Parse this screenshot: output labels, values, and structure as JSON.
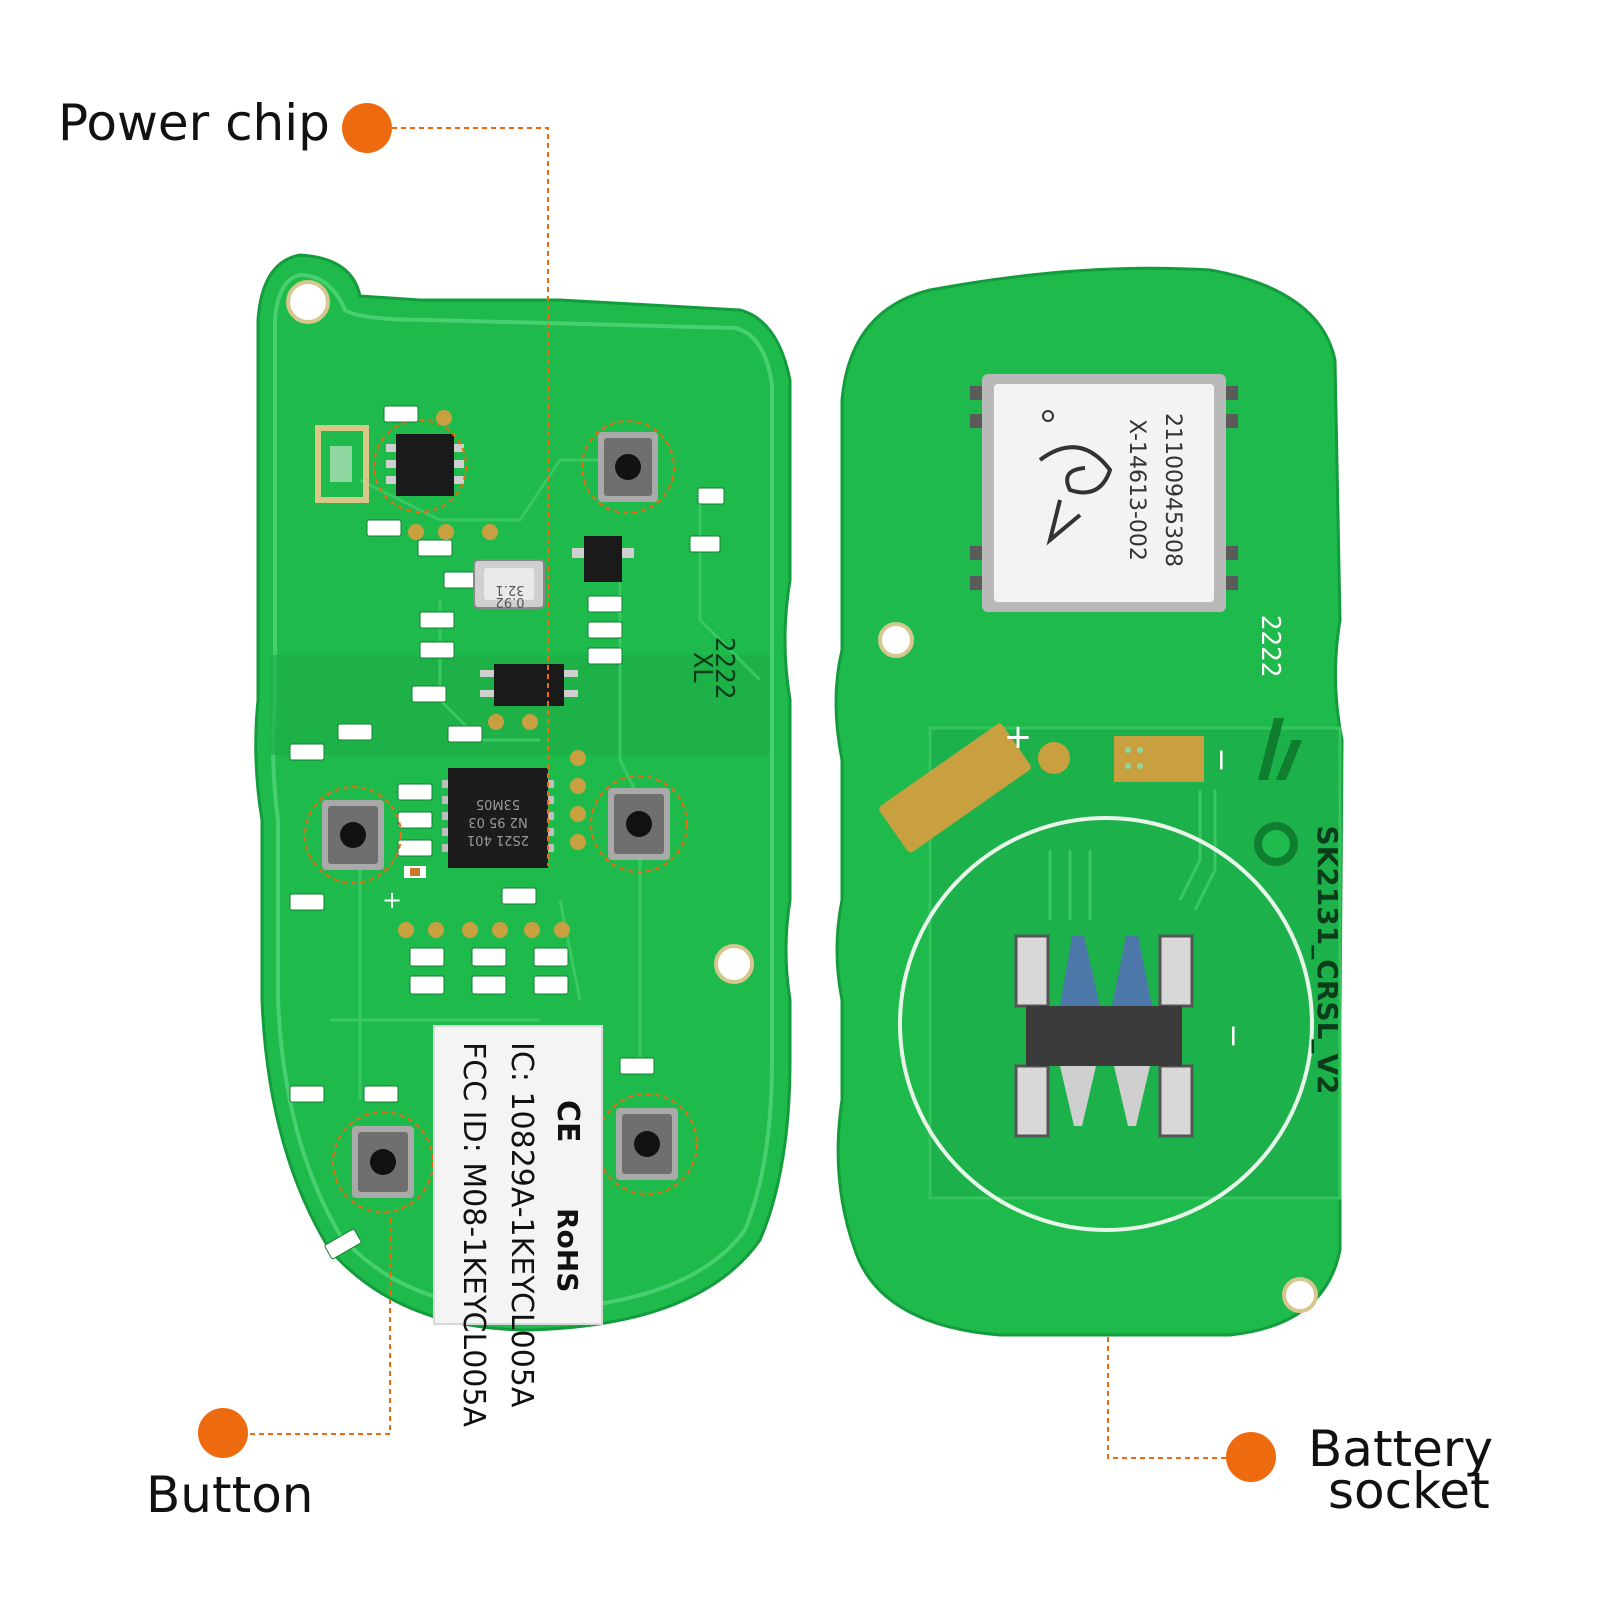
{
  "callouts": {
    "power_chip": "Power chip",
    "button": "Button",
    "battery_socket_line1": "Battery",
    "battery_socket_line2": "socket"
  },
  "front_board": {
    "label_ic": "IC: 10829A-1KEYCL005A",
    "label_fcc": "FCC ID: M08-1KEYCL005A",
    "label_ce": "CE",
    "label_rohs": "RoHS",
    "silk_code": "2222",
    "silk_xl": "XL",
    "crystal_text_1": "32.1",
    "crystal_text_2": "0.92",
    "mcu_text_1": "53M05",
    "mcu_text_2": "N2 95 03",
    "mcu_text_3": "2S21 401",
    "polarity_mark": "+"
  },
  "back_board": {
    "module_code_1": "X-14613-002",
    "module_code_2": "21100945308",
    "silk_code": "2222",
    "board_name": "SK2131_CRSL_V2",
    "plus_mark": "+",
    "minus_mark": "−",
    "minus_mark_2": "−"
  },
  "colors": {
    "pcb_green": "#1fba4c",
    "pcb_dark": "#17a340",
    "callout_orange": "#ee6a0f",
    "gold_pad": "#c9a040"
  }
}
